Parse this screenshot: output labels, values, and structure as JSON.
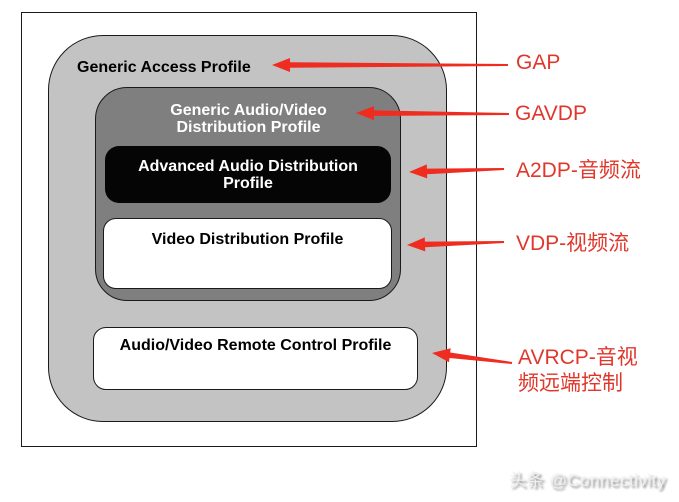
{
  "diagram": {
    "boxes": {
      "gap": {
        "title": "Generic Access Profile",
        "fill": "#c3c3c3"
      },
      "gavdp": {
        "title": "Generic Audio/Video\nDistribution Profile",
        "fill": "#7f7f7f"
      },
      "a2dp": {
        "title": "Advanced Audio Distribution\nProfile",
        "fill": "#050505"
      },
      "vdp": {
        "title": "Video Distribution Profile",
        "fill": "#ffffff"
      },
      "avrcp": {
        "title": "Audio/Video Remote Control Profile",
        "fill": "#ffffff"
      }
    },
    "annotations": [
      {
        "id": "gap",
        "label": "GAP"
      },
      {
        "id": "gavdp",
        "label": "GAVDP"
      },
      {
        "id": "a2dp",
        "label": "A2DP-音频流"
      },
      {
        "id": "vdp",
        "label": "VDP-视频流"
      },
      {
        "id": "avrcp",
        "label": "AVRCP-音视\n频远端控制"
      }
    ],
    "label_color": "#e0372c",
    "arrow_color": "#ee2c1f"
  },
  "watermark": {
    "text": "头条 @Connectivity"
  }
}
